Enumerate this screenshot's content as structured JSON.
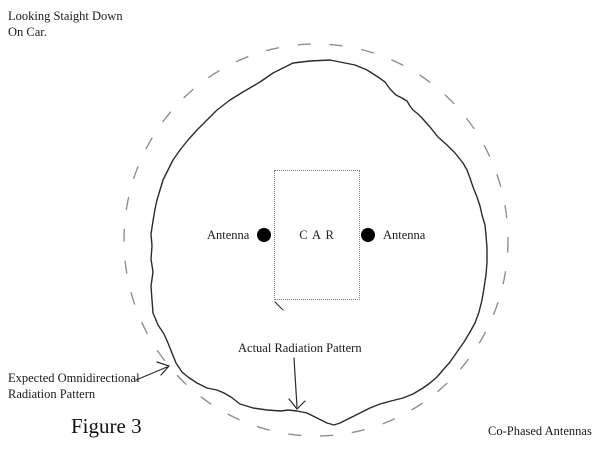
{
  "header": {
    "line1": "Looking Staight Down",
    "line2": "On Car."
  },
  "car": {
    "label": "C A R",
    "left_antenna": "Antenna",
    "right_antenna": "Antenna"
  },
  "annotations": {
    "actual": "Actual Radiation Pattern",
    "expected_line1": "Expected Omnidirectional",
    "expected_line2": "Radiation Pattern"
  },
  "footer": {
    "figure": "Figure 3",
    "caption": "Co-Phased Antennas"
  },
  "colors": {
    "background": "#ffffff",
    "ink": "#1a1a1a",
    "actual_curve": "#2b2b2b",
    "expected_dash": "#8f8f8f",
    "arrow": "#2b2b2b",
    "car_border": "#808080",
    "antenna_dot": "#000000"
  }
}
